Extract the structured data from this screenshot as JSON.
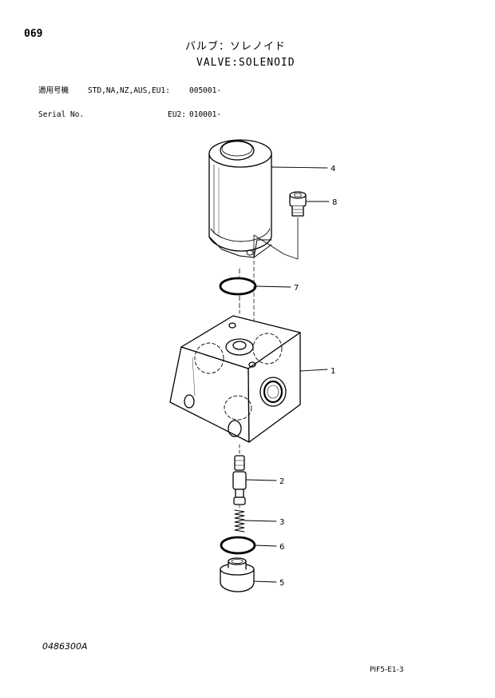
{
  "page": {
    "number": "069",
    "title_jp": "バルブ：ソレノイド",
    "title_en": "VALVE:SOLENOID"
  },
  "applicability": {
    "label_jp": "適用号機",
    "label_en": "Serial No.",
    "row1_models": "STD,NA,NZ,AUS,EU1:",
    "row1_serial": "005001-",
    "row2_models": "EU2:",
    "row2_serial": "010001-"
  },
  "callouts": [
    "1",
    "2",
    "3",
    "4",
    "5",
    "6",
    "7",
    "8"
  ],
  "drawing_number": "0486300A",
  "footer_code": "PIF5-E1-3"
}
